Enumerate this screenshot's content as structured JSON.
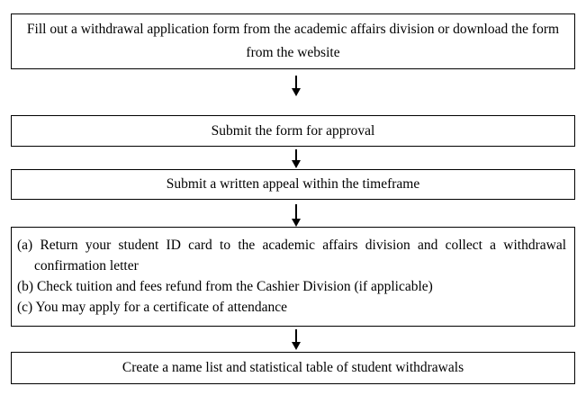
{
  "colors": {
    "background": "#ffffff",
    "box_border": "#000000",
    "text": "#000000",
    "arrow": "#000000"
  },
  "flowchart": {
    "steps": [
      {
        "text": "Fill out a withdrawal application form from the academic affairs division or download the form from the website"
      },
      {
        "text": "Submit the form for approval"
      },
      {
        "text": "Submit a written appeal within the timeframe"
      },
      {
        "items": [
          {
            "label": "(a)",
            "text": "Return your student ID card to the academic affairs division and collect a withdrawal confirmation letter"
          },
          {
            "label": "(b)",
            "text": "Check tuition and fees refund from the Cashier Division (if applicable)"
          },
          {
            "label": "(c)",
            "text": "You may apply for a certificate of attendance"
          }
        ]
      },
      {
        "text": "Create a name list and statistical table of student withdrawals"
      }
    ]
  }
}
